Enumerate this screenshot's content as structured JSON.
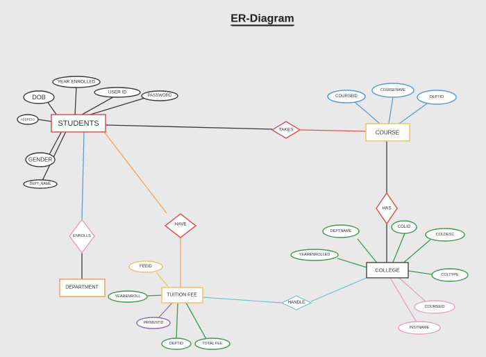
{
  "title": "ER-Diagram",
  "entities": {
    "students": "STUDENTS",
    "course": "COURSE",
    "college": "COLLEGE",
    "department": "DEPARTMENT",
    "tuition_fee": "TUITION FEE"
  },
  "relationships": {
    "takes": "TAKES",
    "has": "HAS",
    "have": "HAVE",
    "enrolls": "ENROLLS",
    "handle": "HANDLE"
  },
  "attributes": {
    "year_enrolled": "YEAR ENROLLED",
    "dob": "DOB",
    "user_id": "USER ID",
    "password": "PASSWORD",
    "address": "ADDRESS",
    "gender": "GENDER",
    "dept_name": "DEPT_NAME",
    "courseid": "COURSEID",
    "coursename": "COURSENAME",
    "deptid_course": "DEPTID",
    "deptname": "DEPTNAME",
    "colid": "COLID",
    "coldesc": "COLDESC",
    "yearenrolled": "YEARENROLLED",
    "coltype": "COLTYPE",
    "courseid_college": "COURSEID",
    "instname": "INSTNAME",
    "feeid": "FEEID",
    "yearenroll": "YEARENROLL",
    "paymentid": "PAYMENTID",
    "deptid_fee": "DEPTID",
    "total_fee": "TOTAL FEE"
  },
  "colors": {
    "black": "#3a3a3a",
    "red": "#d9534f",
    "blue": "#5b9bd5",
    "green": "#3c9a52",
    "orange": "#f0a35a",
    "pink": "#e6a0c4",
    "purple": "#8b6bb5",
    "yellow": "#e9c46a",
    "teal": "#6fc2c8",
    "gray": "#7a7a7a"
  }
}
